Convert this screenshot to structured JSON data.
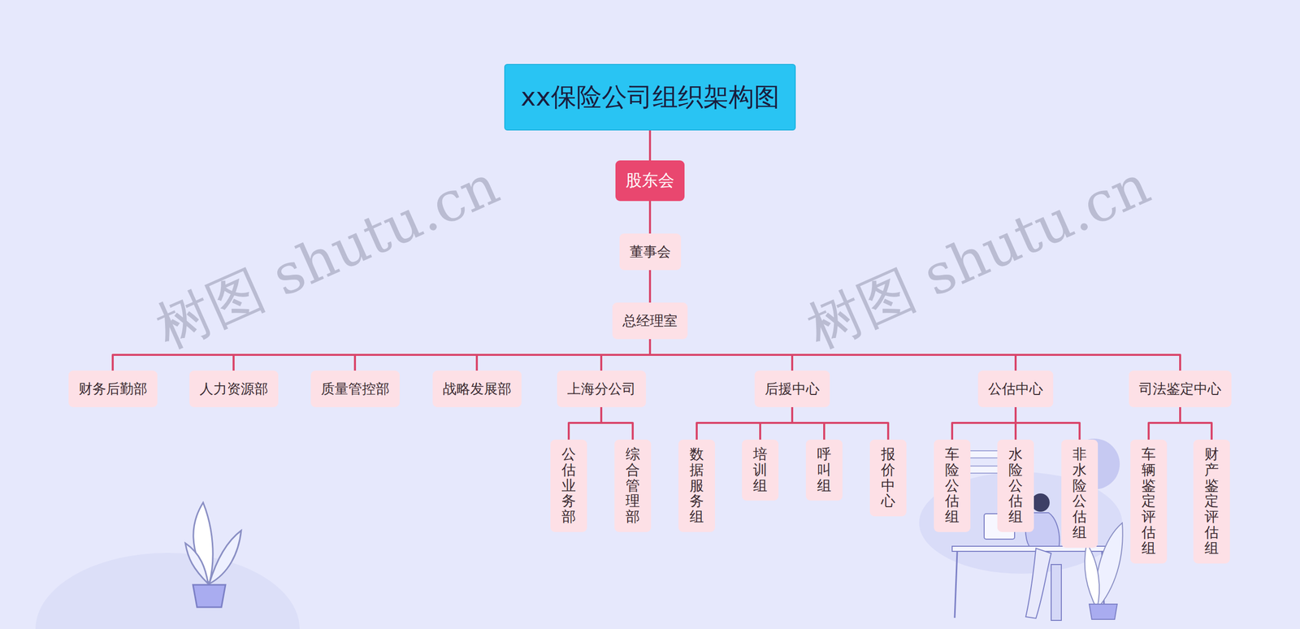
{
  "diagram": {
    "nodes": [
      {
        "text": [
          "xx保险公司组织架构图"
        ]
      },
      {
        "text": [
          "股东会"
        ]
      },
      {
        "text": [
          "董事会"
        ]
      },
      {
        "text": [
          "总经理室"
        ]
      },
      {
        "text": [
          "财务后勤部"
        ]
      },
      {
        "text": [
          "人力资源部"
        ]
      },
      {
        "text": [
          "质量管控部"
        ]
      },
      {
        "text": [
          "战略发展部"
        ]
      },
      {
        "text": [
          "上海分公司"
        ]
      },
      {
        "text": [
          "后援中心"
        ]
      },
      {
        "text": [
          "公估中心"
        ]
      },
      {
        "text": [
          "司法鉴定中心"
        ]
      },
      {
        "text": [
          "公估业务部"
        ]
      },
      {
        "text": [
          "综合管理部"
        ]
      },
      {
        "text": [
          "数据服务组"
        ]
      },
      {
        "text": [
          "培训组"
        ]
      },
      {
        "text": [
          "呼叫组"
        ]
      },
      {
        "text": [
          "报价中心"
        ]
      },
      {
        "text": [
          "车险公估组"
        ]
      },
      {
        "text": [
          "水险公估组"
        ]
      },
      {
        "text": [
          "非水险公估组"
        ]
      },
      {
        "text": [
          "车辆鉴定评估组"
        ]
      },
      {
        "text": [
          "财产鉴定评估组"
        ]
      }
    ],
    "edges": [
      {
        "from": 0,
        "to": 1,
        "arrow": "none"
      },
      {
        "from": 1,
        "to": 2,
        "arrow": "none"
      },
      {
        "from": 2,
        "to": 3,
        "arrow": "none"
      },
      {
        "from": 3,
        "to": 4,
        "arrow": "none"
      },
      {
        "from": 3,
        "to": 5,
        "arrow": "none"
      },
      {
        "from": 3,
        "to": 6,
        "arrow": "none"
      },
      {
        "from": 3,
        "to": 7,
        "arrow": "none"
      },
      {
        "from": 3,
        "to": 8,
        "arrow": "none"
      },
      {
        "from": 3,
        "to": 9,
        "arrow": "none"
      },
      {
        "from": 3,
        "to": 10,
        "arrow": "none"
      },
      {
        "from": 3,
        "to": 11,
        "arrow": "none"
      },
      {
        "from": 8,
        "to": 12,
        "arrow": "none"
      },
      {
        "from": 8,
        "to": 13,
        "arrow": "none"
      },
      {
        "from": 9,
        "to": 14,
        "arrow": "none"
      },
      {
        "from": 9,
        "to": 15,
        "arrow": "none"
      },
      {
        "from": 9,
        "to": 16,
        "arrow": "none"
      },
      {
        "from": 9,
        "to": 17,
        "arrow": "none"
      },
      {
        "from": 10,
        "to": 18,
        "arrow": "none"
      },
      {
        "from": 10,
        "to": 19,
        "arrow": "none"
      },
      {
        "from": 10,
        "to": 20,
        "arrow": "none"
      },
      {
        "from": 11,
        "to": 21,
        "arrow": "none"
      },
      {
        "from": 11,
        "to": 22,
        "arrow": "none"
      }
    ],
    "labels": [
      "树图 shutu.cn",
      "树图 shutu.cn"
    ]
  }
}
